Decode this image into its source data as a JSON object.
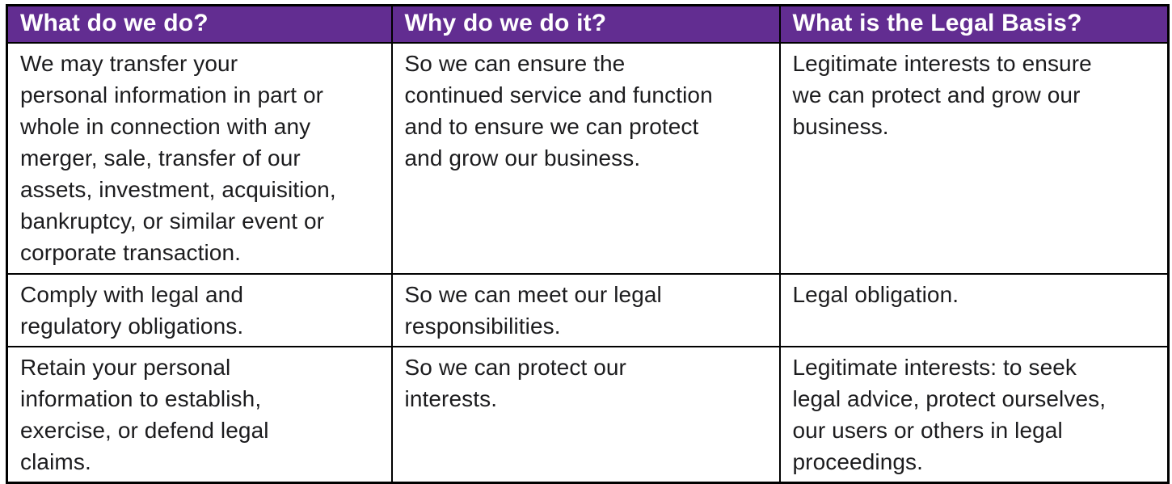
{
  "colors": {
    "header_bg": "#622D91",
    "header_text": "#FFFFFF",
    "border": "#000000",
    "body_text": "#1C1C1E",
    "cell_bg": "#FFFFFF"
  },
  "table": {
    "headers": [
      "What do we do?",
      "Why do we do it?",
      "What is the Legal Basis?"
    ],
    "rows": [
      {
        "what": "We may transfer your\npersonal information in part or\nwhole in connection with any\nmerger, sale, transfer of our\nassets, investment, acquisition,\nbankruptcy, or similar event or\ncorporate transaction.",
        "why": "So we can ensure the\ncontinued service and function\nand to ensure we can protect\nand grow our business.",
        "legal_basis": "Legitimate interests to ensure\nwe can protect and grow our\nbusiness."
      },
      {
        "what": "Comply with legal and\nregulatory obligations.",
        "why": "So we can meet our legal\nresponsibilities.",
        "legal_basis": "Legal obligation."
      },
      {
        "what": "Retain your personal\ninformation to establish,\nexercise, or defend legal\nclaims.",
        "why": "So we can protect our\ninterests.",
        "legal_basis": "Legitimate interests: to seek\nlegal advice, protect ourselves,\nour users or others in legal\nproceedings."
      }
    ]
  }
}
